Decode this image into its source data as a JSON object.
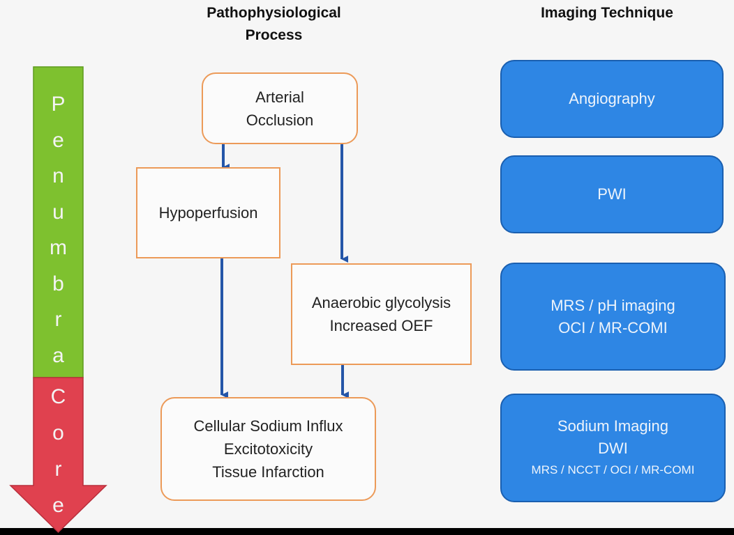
{
  "headers": {
    "process_line1": "Pathophysiological",
    "process_line2": "Process",
    "imaging": "Imaging Technique"
  },
  "side_arrow": {
    "penumbra_letters": [
      "P",
      "e",
      "n",
      "u",
      "m",
      "b",
      "r",
      "a"
    ],
    "core_letters": [
      "C",
      "o",
      "r",
      "e"
    ],
    "colors": {
      "penumbra": "#7ec12f",
      "core": "#e0414f"
    }
  },
  "process": {
    "occlusion": [
      "Arterial",
      "Occlusion"
    ],
    "hypoperfusion": [
      "Hypoperfusion"
    ],
    "anaerobic": [
      "Anaerobic glycolysis",
      "Increased OEF"
    ],
    "influx": [
      "Cellular Sodium Influx",
      "Excitotoxicity",
      "Tissue Infarction"
    ]
  },
  "imaging": {
    "angiography": "Angiography",
    "pwi": "PWI",
    "mrs_line1": "MRS / pH imaging",
    "mrs_line2": "OCI / MR-COMI",
    "sodium_line1": "Sodium Imaging",
    "sodium_line2": "DWI",
    "sodium_line3": "MRS / NCCT / OCI / MR-COMI"
  },
  "colors": {
    "box_border": "#ec9a58",
    "imaging_fill": "#2e86e4",
    "arrow": "#2556a8"
  }
}
